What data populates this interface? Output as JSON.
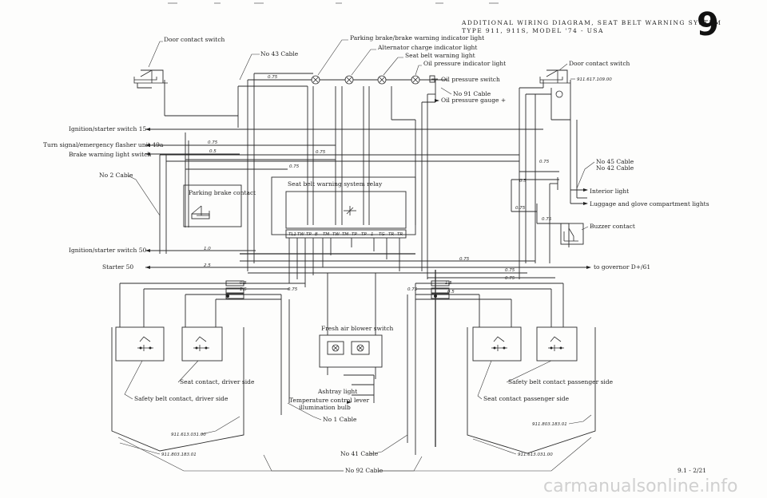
{
  "page_number": "9",
  "header": {
    "line1": "ADDITIONAL WIRING DIAGRAM, SEAT BELT WARNING SYSTEM",
    "line2": "TYPE 911, 911S, MODEL '74 - USA"
  },
  "labels": {
    "door_contact_left": "Door contact switch",
    "no43_cable_top": "No 43 Cable",
    "parking_brake_lamp": "Parking brake/brake warning indicator light",
    "alternator_lamp": "Alternator charge indicator light",
    "seat_belt_lamp": "Seat belt warning light",
    "oil_pressure_lamp": "Oil pressure indicator light",
    "door_contact_right": "Door contact switch",
    "oil_pressure_switch": "Oil pressure switch",
    "no91_cable": "No 91 Cable",
    "oil_pressure_gauge": "Oil pressure gauge +",
    "ignition_15": "Ignition/starter switch 15",
    "turn_signal_49a": "Turn signal/emergency flasher unit 49a",
    "brake_warning_switch": "Brake warning light switch",
    "no2_cable": "No 2 Cable",
    "parking_brake_contact": "Parking brake contact",
    "relay": "Seat belt warning system relay",
    "no45_cable": "No 45 Cable",
    "no42_cable": "No 42 Cable",
    "interior_light": "Interior light",
    "luggage_lights": "Luggage and glove compartment lights",
    "buzzer_contact": "Buzzer contact",
    "ignition_50": "Ignition/starter switch 50",
    "starter_50": "Starter 50",
    "governor": "to governor D+/61",
    "fresh_air": "Fresh air blower switch",
    "ashtray": "Ashtray light",
    "temp_lever_1": "Temperature control lever",
    "temp_lever_2": "illumination bulb",
    "no1_cable": "No 1 Cable",
    "seat_contact_driver": "Seat contact, driver side",
    "belt_contact_driver": "Safety belt contact, driver side",
    "belt_contact_passenger": "Safety belt contact passenger side",
    "seat_contact_passenger": "Seat contact passenger side",
    "no41_cable": "No 41 Cable",
    "no92_cable": "No 92 Cable",
    "page_ref": "9.1 - 2/21",
    "watermark": "carmanualsonline.info"
  },
  "part_numbers": {
    "door_contact_right": "911.617.109.00",
    "seat_contact_driver": "911.613.031.00",
    "belt_contact_driver": "911.803.183.01",
    "belt_contact_passenger": "911.803.183.01",
    "seat_contact_passenger": "911.613.031.00"
  },
  "wire_sizes": {
    "w075": "0.75",
    "w05": "0.5",
    "w15": "1.5",
    "w25": "2.5",
    "w10": "1.0"
  },
  "relay_terminals": [
    "TL1",
    "TW",
    "TP",
    "B",
    "TM",
    "TW",
    "TM",
    "TP",
    "TP",
    "1",
    "TG",
    "TR",
    "TR"
  ]
}
